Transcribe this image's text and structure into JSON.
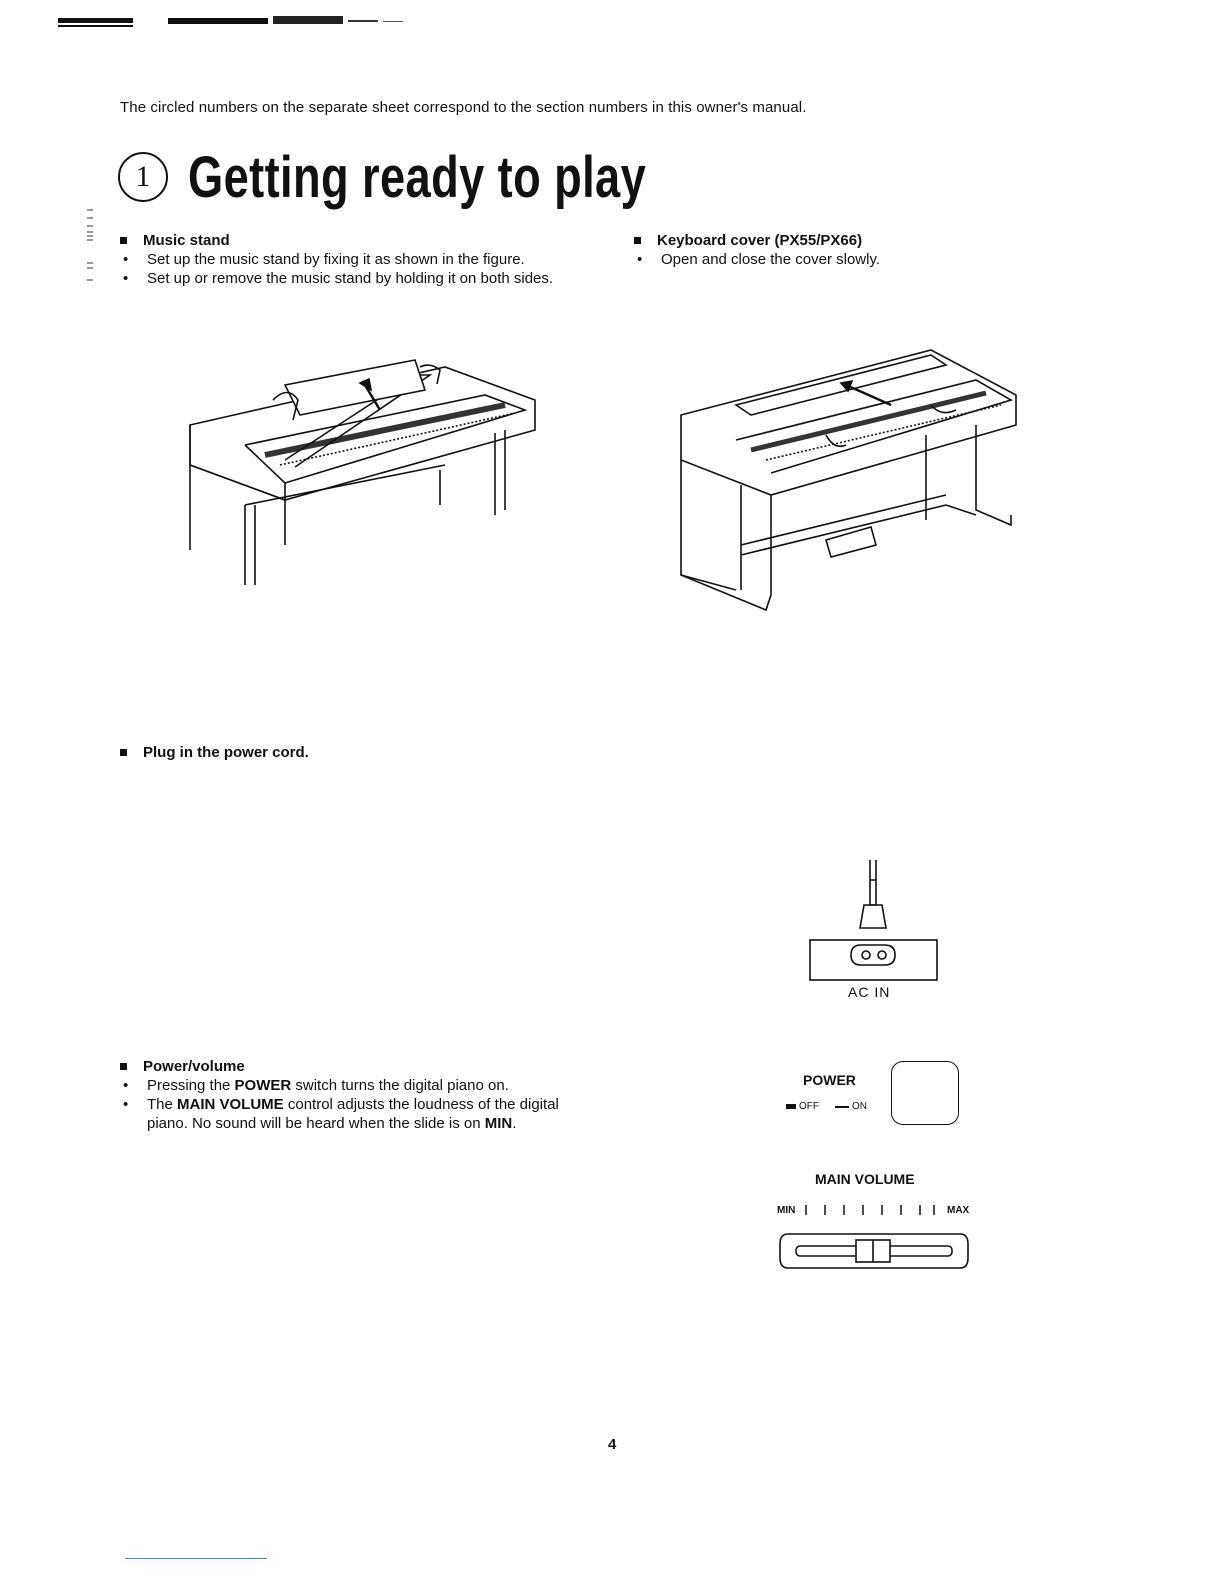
{
  "intro_text": "The circled numbers on the separate sheet correspond to the section numbers in this owner's manual.",
  "section": {
    "number": "1",
    "title": "Getting ready to play"
  },
  "music_stand": {
    "heading": "Music stand",
    "bullets": [
      "Set up the music stand by fixing it as shown in the figure.",
      "Set up or remove the music stand by holding it on both sides."
    ]
  },
  "keyboard_cover": {
    "heading": "Keyboard cover (PX55/PX66)",
    "bullets": [
      "Open and close the cover slowly."
    ]
  },
  "power_cord": {
    "heading": "Plug in the power cord.",
    "ac_label": "AC  IN"
  },
  "power_volume": {
    "heading": "Power/volume",
    "bullet1_pre": "Pressing the ",
    "bullet1_bold": "POWER",
    "bullet1_post": " switch turns the digital piano on.",
    "bullet2_pre": "The ",
    "bullet2_bold": "MAIN VOLUME",
    "bullet2_mid": " control adjusts the loudness of the digital piano. No sound will be heard when the slide is on ",
    "bullet2_bold2": "MIN",
    "bullet2_post": "."
  },
  "power_panel": {
    "label": "POWER",
    "off": "OFF",
    "on": "ON"
  },
  "volume_panel": {
    "label": "MAIN VOLUME",
    "min": "MIN",
    "max": "MAX"
  },
  "page_number": "4",
  "bullet_glyph": "•"
}
